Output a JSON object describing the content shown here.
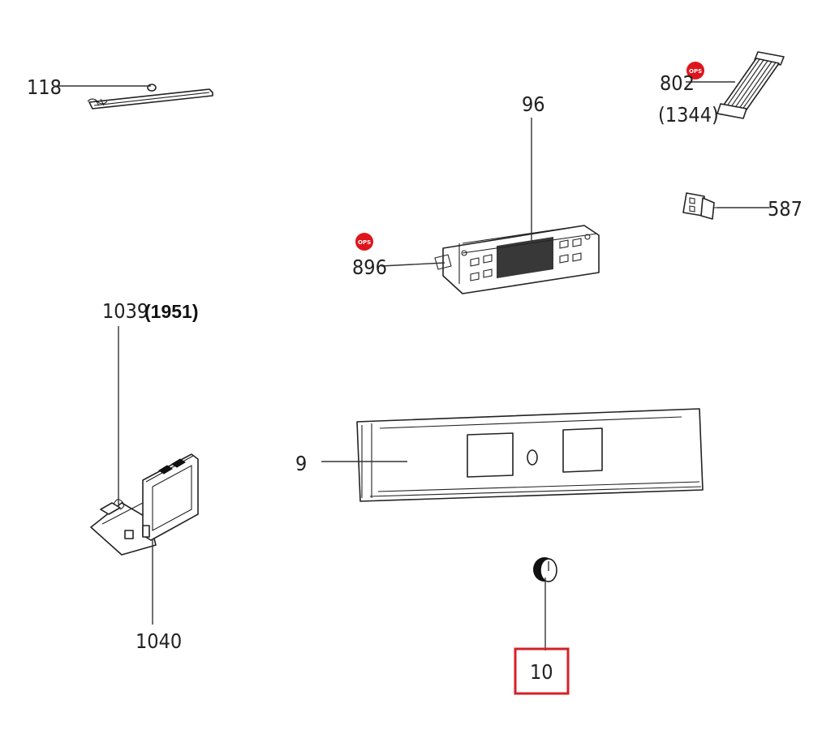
{
  "callouts": {
    "p118": "118",
    "p802": "802",
    "p1344": "(1344)",
    "p96": "96",
    "p587": "587",
    "p896": "896",
    "p1039": "1039",
    "p1951": "(1951)",
    "p9": "9",
    "p1040": "1040",
    "p10": "10"
  },
  "badges": {
    "ops_802": "OPS",
    "ops_896": "OPS"
  },
  "colors": {
    "badge": "#e0141c",
    "highlight": "#d42027"
  },
  "highlighted_part": "10"
}
